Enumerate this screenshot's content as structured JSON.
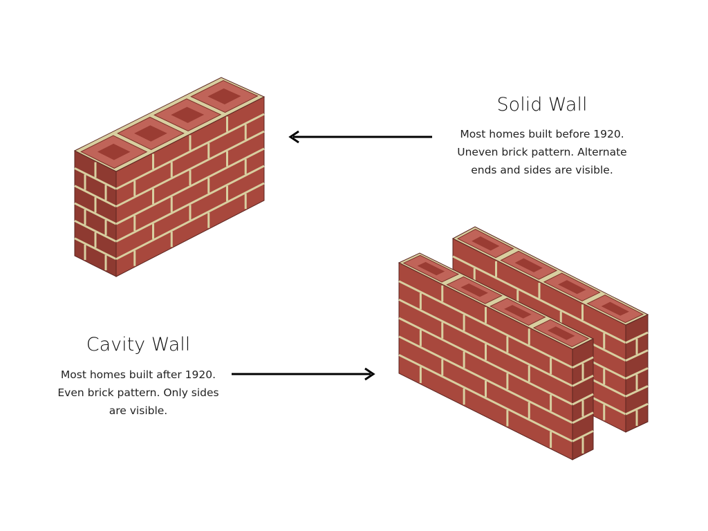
{
  "solid": {
    "title": "Solid Wall",
    "lines": [
      "Most homes built before 1920.",
      "Uneven brick pattern. Alternate",
      "ends and sides are visible."
    ]
  },
  "cavity": {
    "title": "Cavity Wall",
    "lines": [
      "Most homes built after 1920.",
      "Even brick pattern. Only sides",
      "are visible."
    ]
  },
  "colors": {
    "brick": "#a8483d",
    "brick_dark": "#8e3a31",
    "brick_top": "#c06459",
    "mortar": "#d8cfa0",
    "arrow": "#000000"
  }
}
